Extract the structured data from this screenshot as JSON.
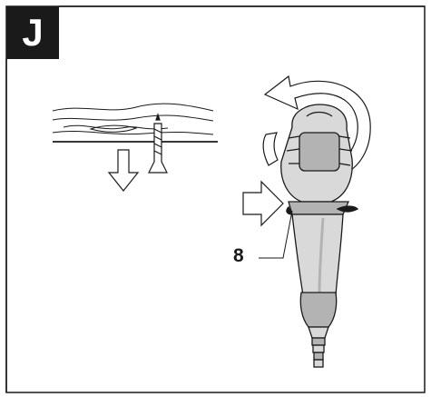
{
  "figure": {
    "section_letter": "J",
    "callout_number": "8"
  },
  "colors": {
    "ink": "#1a1a1a",
    "tool_body": "#d9d9d9",
    "tool_shade": "#b3b3b3",
    "background": "#ffffff"
  },
  "icons": {
    "rotation": "circular-arrow-counterclockwise",
    "push": "arrow-right",
    "extract": "arrow-down"
  }
}
